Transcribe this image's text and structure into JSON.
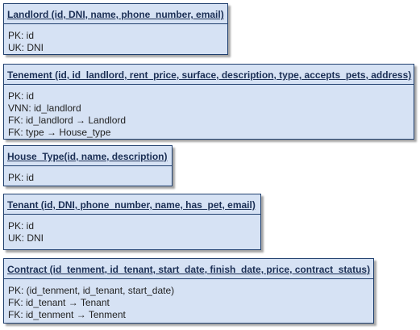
{
  "entities": {
    "landlord": {
      "title": "Landlord (id, DNI, name, phone_number, email)",
      "attrs": [
        "PK: id",
        "UK: DNI"
      ]
    },
    "tenement": {
      "title": "Tenement (id, id_landlord, rent_price, surface, description, type, accepts_pets, address)",
      "attrs": [
        "PK: id",
        "VNN: id_landlord",
        "FK: id_landlord → Landlord",
        "FK: type → House_type"
      ]
    },
    "house_type": {
      "title": "House_Type(id, name, description)",
      "attrs": [
        "PK: id"
      ]
    },
    "tenant": {
      "title": "Tenant (id, DNI, phone_number, name, has_pet, email)",
      "attrs": [
        "PK: id",
        "UK: DNI"
      ]
    },
    "contract": {
      "title": "Contract (id_tenment, id_tenant, start_date, finish_date, price, contract_status)",
      "attrs": [
        "PK: (id_tenment, id_tenant, start_date)",
        "FK: id_tenant → Tenant",
        "FK: id_tenment → Tenment"
      ]
    }
  }
}
